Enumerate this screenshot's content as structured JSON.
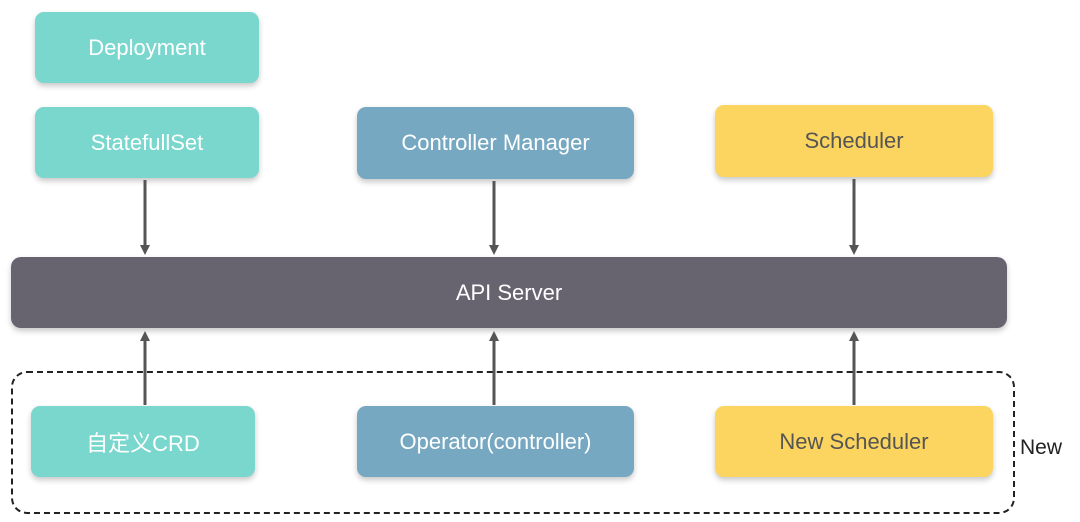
{
  "top_row": {
    "deployment": "Deployment",
    "statefulset": "StatefullSet",
    "controller_manager": "Controller Manager",
    "scheduler": "Scheduler"
  },
  "api_server": "API Server",
  "bottom_row": {
    "crd": "自定义CRD",
    "operator": "Operator(controller)",
    "new_scheduler": "New Scheduler"
  },
  "group_label": "New",
  "colors": {
    "teal": "#7ad7cd",
    "blue": "#76a8c1",
    "yellow": "#fbd55f",
    "api": "#67636f",
    "arrow": "#555555"
  }
}
